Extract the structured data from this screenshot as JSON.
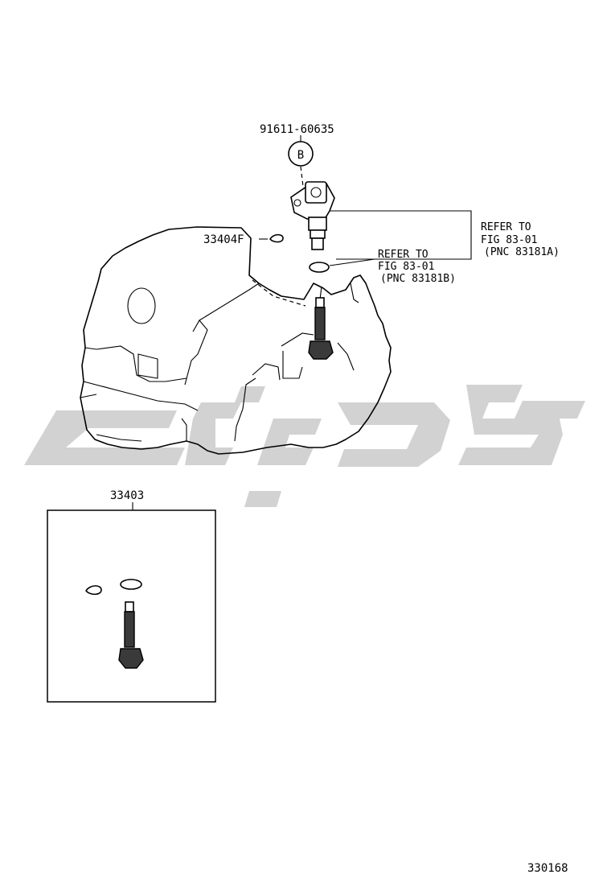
{
  "parts": {
    "bolt_number": "91611-60635",
    "bolt_callout_letter": "B",
    "clip_number": "33404F",
    "kit_number": "33403"
  },
  "references": {
    "sensor": {
      "line1": "REFER TO",
      "line2": "FIG 83-01",
      "line3": "(PNC 83181A)"
    },
    "oring": {
      "line1": "REFER TO",
      "line2": "FIG 83-01",
      "line3": "(PNC 83181B)"
    }
  },
  "figure_number": "330168",
  "colors": {
    "watermark": "#d2d2d2",
    "ink": "#000000"
  }
}
